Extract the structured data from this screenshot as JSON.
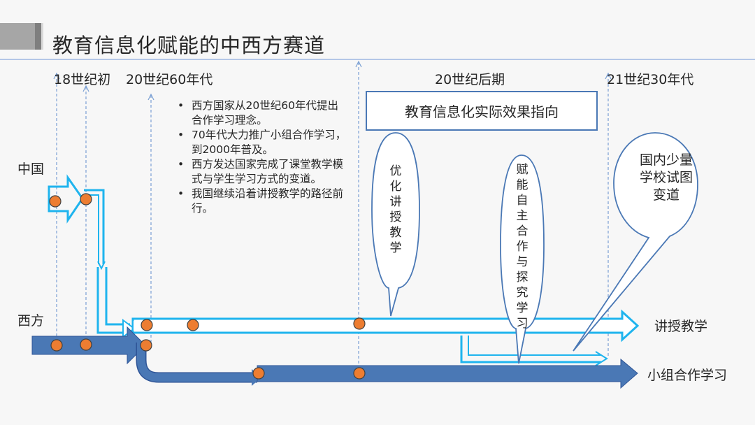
{
  "title": "教育信息化赋能的中西方赛道",
  "timeline": {
    "t1": "18世纪初",
    "t2": "20世纪60年代",
    "t3": "20世纪后期",
    "t4": "21世纪30年代"
  },
  "rows": {
    "china": "中国",
    "west": "西方"
  },
  "bullets": [
    "西方国家从20世纪60年代提出合作学习理念。",
    "70年代大力推广小组合作学习，到2000年普及。",
    "西方发达国家完成了课堂教学模式与学生学习方式的变道。",
    "我国继续沿着讲授教学的路径前行。"
  ],
  "box_label": "教育信息化实际效果指向",
  "callouts": {
    "optimize": "优化讲授教学",
    "empower": "赋能自主合作与探究学习",
    "domestic": "国内少量学校试图变道"
  },
  "tracks": {
    "lecture": "讲授教学",
    "group": "小组合作学习"
  },
  "colors": {
    "light_blue": "#1fb4ee",
    "dark_blue": "#4a78b5",
    "node": "#ed7d31",
    "title_gray": "#a6a6a6"
  }
}
